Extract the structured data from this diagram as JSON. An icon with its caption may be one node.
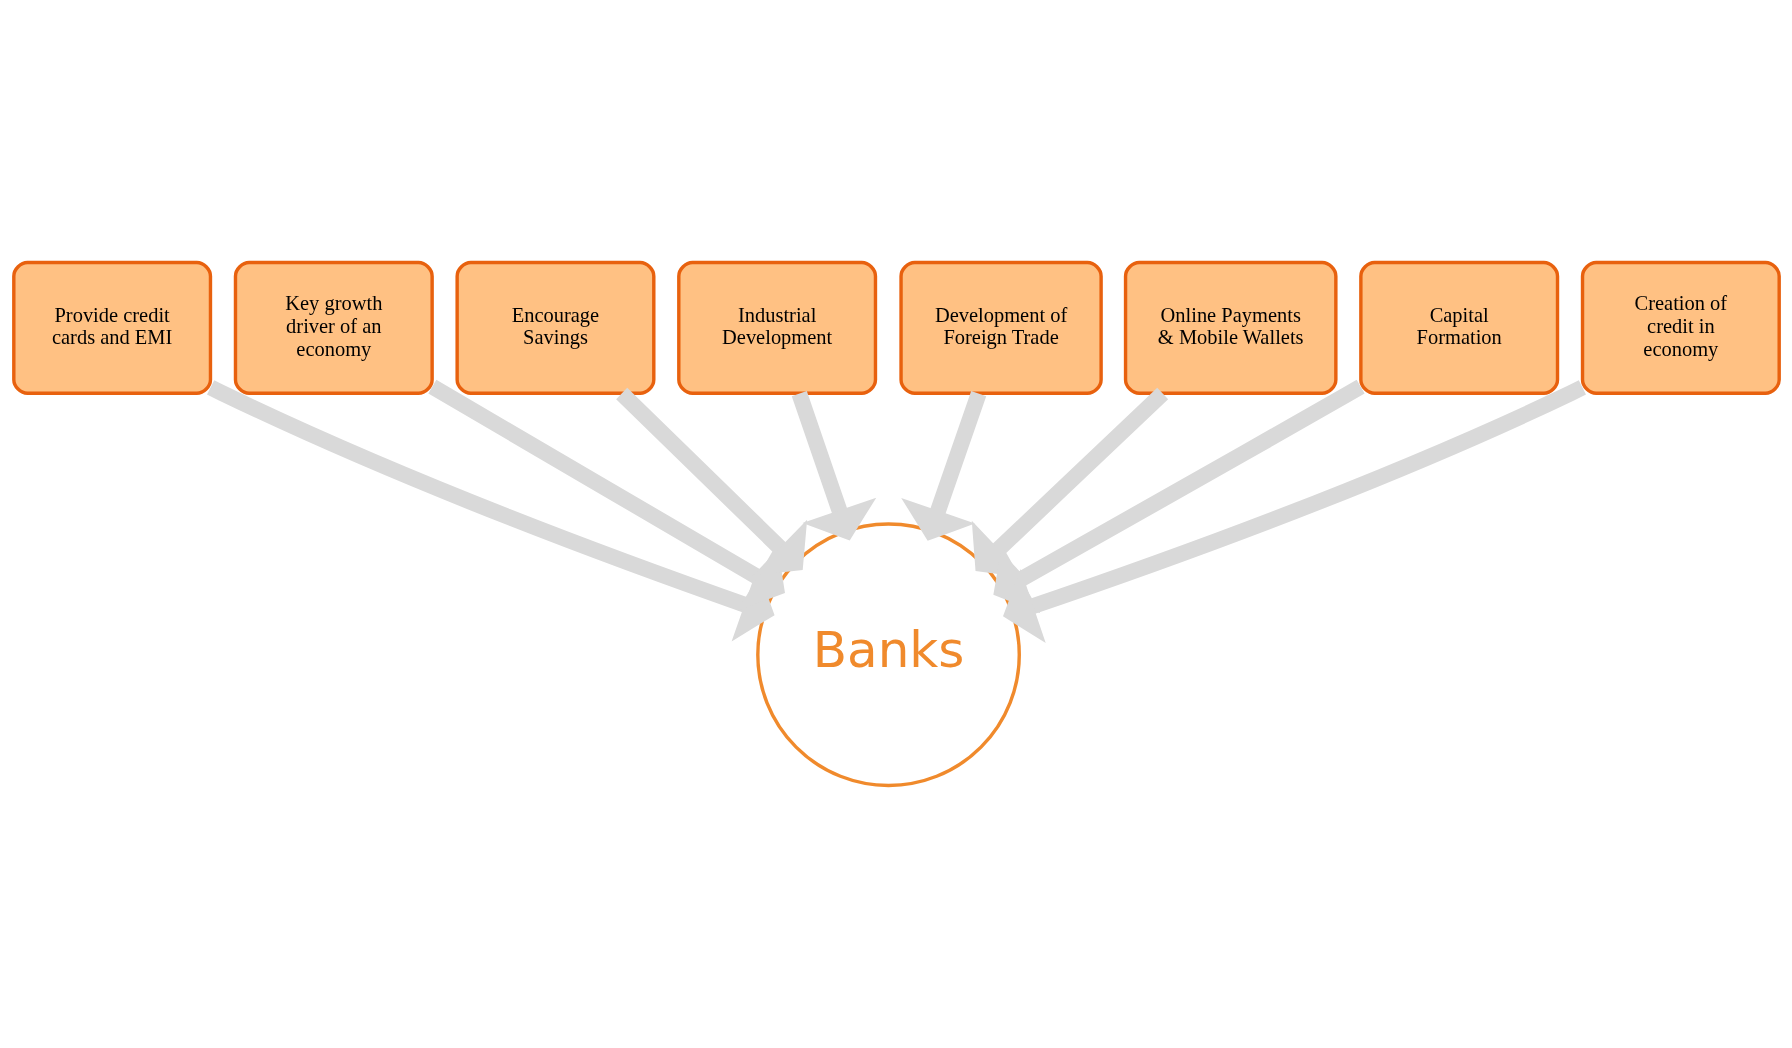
{
  "diagram": {
    "nodes": [
      {
        "text": [
          "Provide credit cards and EMI"
        ]
      },
      {
        "text": [
          "Key growth driver of an economy"
        ]
      },
      {
        "text": [
          "Encourage Savings"
        ]
      },
      {
        "text": [
          "Industrial Development"
        ]
      },
      {
        "text": [
          "Development of Foreign Trade"
        ]
      },
      {
        "text": [
          "Online Payments & Mobile Wallets"
        ]
      },
      {
        "text": [
          "Capital Formation"
        ]
      },
      {
        "text": [
          "Creation of credit in economy"
        ]
      },
      {
        "text": [
          "Banks"
        ]
      }
    ],
    "edges": [
      {
        "from": 0,
        "to": 8,
        "arrow": "to"
      },
      {
        "from": 1,
        "to": 8,
        "arrow": "to"
      },
      {
        "from": 2,
        "to": 8,
        "arrow": "to"
      },
      {
        "from": 3,
        "to": 8,
        "arrow": "to"
      },
      {
        "from": 4,
        "to": 8,
        "arrow": "to"
      },
      {
        "from": 5,
        "to": 8,
        "arrow": "to"
      },
      {
        "from": 6,
        "to": 8,
        "arrow": "to"
      },
      {
        "from": 7,
        "to": 8,
        "arrow": "to"
      }
    ]
  }
}
